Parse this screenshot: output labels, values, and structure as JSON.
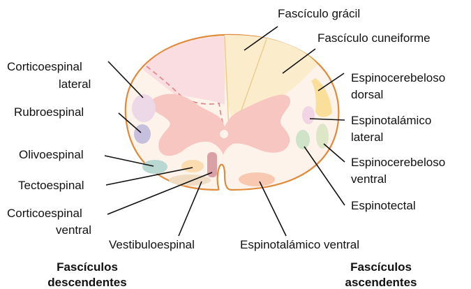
{
  "labels": {
    "fasciculo_gracil": "Fascículo grácil",
    "fasciculo_cuneiforme": "Fascículo cuneiforme",
    "corticoespinal_lateral": [
      "Corticoespinal",
      "lateral"
    ],
    "rubroespinal": "Rubroespinal",
    "olivoespinal": "Olivoespinal",
    "tectoespinal": "Tectoespinal",
    "corticoespinal_ventral": [
      "Corticoespinal",
      "ventral"
    ],
    "vestibuloespinal": "Vestibuloespinal",
    "espinotalamico_ventral": "Espinotalámico ventral",
    "espinocerebeloso_dorsal": [
      "Espinocerebeloso",
      "dorsal"
    ],
    "espinotalamico_lateral": [
      "Espinotalámico",
      "lateral"
    ],
    "espinocerebeloso_ventral": [
      "Espinocerebeloso",
      "ventral"
    ],
    "espinotectal": "Espinotectal"
  },
  "groups": {
    "descending": [
      "Fascículos",
      "descendentes"
    ],
    "ascending": [
      "Fascículos",
      "ascendentes"
    ]
  },
  "colors": {
    "cord_fill": "#fdf3ea",
    "cord_outline": "#e08a3c",
    "gray_matter": "#f8c6c0",
    "dorsal_column_pink": "#fadde0",
    "gracile_cuneate": "#fbeccb",
    "corticospinal_lateral": "#ecd8e6",
    "rubrospinal": "#c7c0dc",
    "olivospinal": "#b9d8d2",
    "tectospinal": "#fbdcb0",
    "corticospinal_ventral": "#d9a0a6",
    "vestibulospinal": "#efdcc2",
    "spinothalamic_ventral": "#f8c9b0",
    "spinocerebellar_dorsal": "#f9df9a",
    "spinothalamic_lateral": "#f1d5e4",
    "spinocerebellar_ventral": "#dde6c7",
    "spinotectal": "#cfe3c8"
  }
}
